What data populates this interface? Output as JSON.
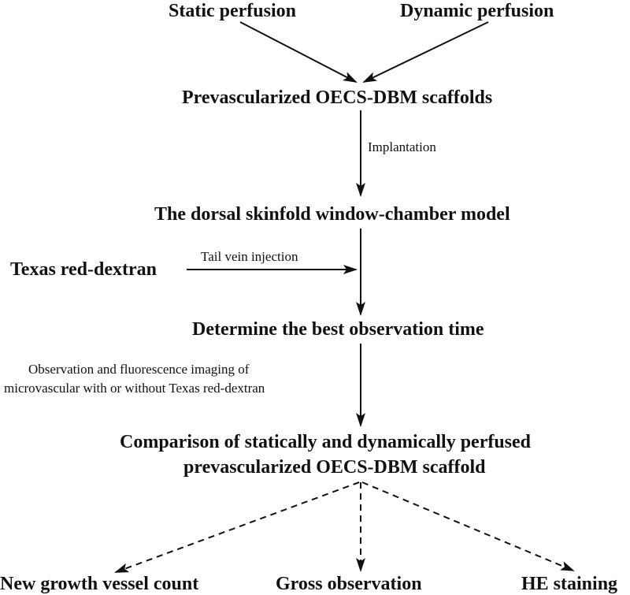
{
  "colors": {
    "text": "#111111",
    "arrow": "#111111",
    "background": "#ffffff"
  },
  "nodes": {
    "static_perfusion": "Static perfusion",
    "dynamic_perfusion": "Dynamic perfusion",
    "prevascularized_scaffolds": "Prevascularized OECS-DBM scaffolds",
    "window_chamber_model": "The dorsal skinfold window-chamber model",
    "texas_red_dextran": "Texas red-dextran",
    "best_observation_time": "Determine the best observation time",
    "comparison_line1": "Comparison of statically and dynamically perfused",
    "comparison_line2": "prevascularized OECS-DBM scaffold",
    "vessel_count": "New growth vessel count",
    "gross_observation": "Gross observation",
    "he_staining": "HE staining"
  },
  "edges": {
    "implantation": "Implantation",
    "tail_vein_injection": "Tail vein injection",
    "observation_line1": "Observation and fluorescence imaging of",
    "observation_line2": "microvascular with or without Texas red-dextran"
  }
}
